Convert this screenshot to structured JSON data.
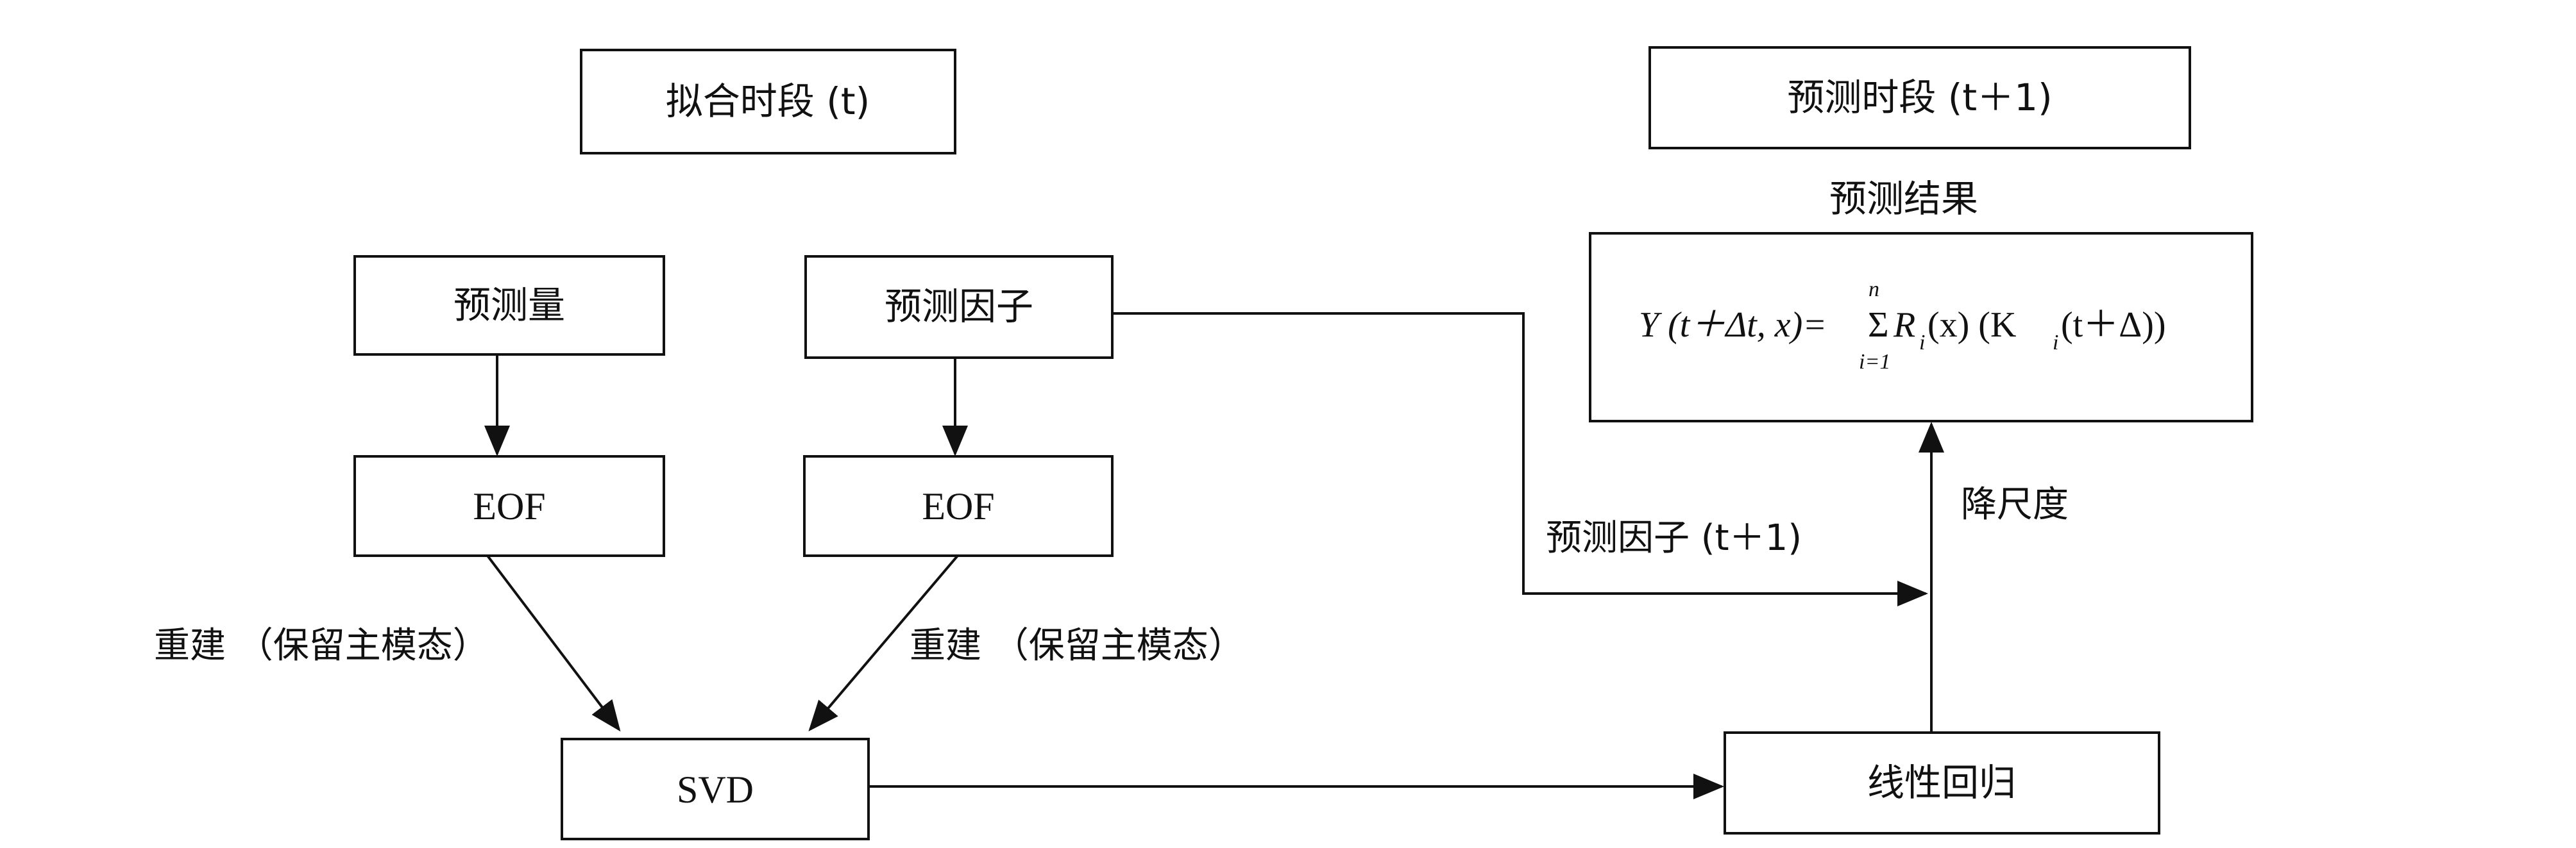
{
  "nodes": {
    "fitting_period": {
      "label": "拟合时段 (t)"
    },
    "forecast_period": {
      "label": "预测时段 (t＋1)"
    },
    "forecast_result_title": {
      "label": "预测结果"
    },
    "formula": {
      "lhs": "Y (t＋Δt, x)=",
      "sum": "Σ",
      "sum_top": "n",
      "sum_bottom": "i=1",
      "rhs_R": "R",
      "rhs_i1": "i",
      "rhs_mid": " (x) (K",
      "rhs_i2": "i",
      "rhs_end": " (t＋Δ))"
    },
    "predictand": {
      "label": "预测量"
    },
    "predictor": {
      "label": "预测因子"
    },
    "eof_left": {
      "label": "EOF"
    },
    "eof_right": {
      "label": "EOF"
    },
    "svd": {
      "label": "SVD"
    },
    "linear_regression": {
      "label": "线性回归"
    }
  },
  "edge_labels": {
    "rebuild_left": "重建 （保留主模态）",
    "rebuild_right": "重建 （保留主模态）",
    "predictor_next": "预测因子 (t＋1)",
    "downscaling": "降尺度"
  }
}
